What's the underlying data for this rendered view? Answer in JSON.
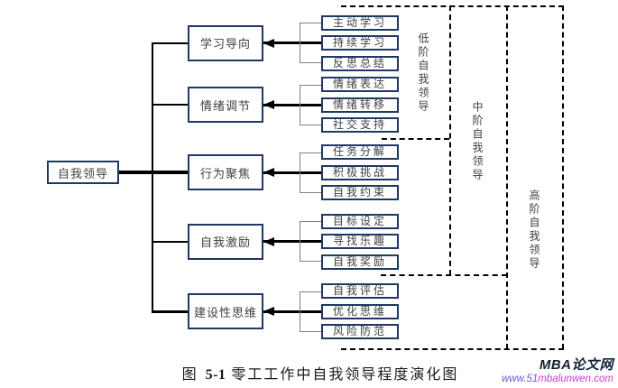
{
  "root": {
    "label": "自我领导"
  },
  "categories": [
    {
      "label": "学习导向",
      "children": [
        "主动学习",
        "持续学习",
        "反思总结"
      ]
    },
    {
      "label": "情绪调节",
      "children": [
        "情绪表达",
        "情绪转移",
        "社交支持"
      ]
    },
    {
      "label": "行为聚焦",
      "children": [
        "任务分解",
        "积极挑战",
        "自我约束"
      ]
    },
    {
      "label": "自我激励",
      "children": [
        "目标设定",
        "寻找乐趣",
        "自我奖励"
      ]
    },
    {
      "label": "建设性思维",
      "children": [
        "自我评估",
        "优化思维",
        "风险防范"
      ]
    }
  ],
  "stages": [
    {
      "label": "低阶自我领导"
    },
    {
      "label": "中阶自我领导"
    },
    {
      "label": "高阶自我领导"
    }
  ],
  "caption": {
    "prefix": "图",
    "number": "5-1",
    "text": "零工工作中自我领导程度演化图"
  },
  "watermark": {
    "site_name": "MBA论文网",
    "url_prefix": "www.51",
    "url_suffix": "mbalunwen.com"
  },
  "colors": {
    "box_border": "#1f3864",
    "connector": "#000000",
    "bracket": "#7f7f7f",
    "watermark_name": "#152238",
    "url_blue": "#6a5ad0",
    "url_magenta": "#cf3ad2"
  }
}
